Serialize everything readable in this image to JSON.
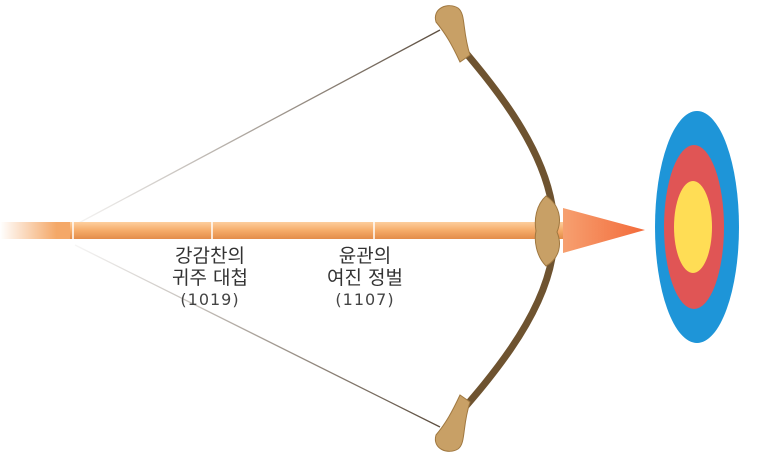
{
  "events": [
    {
      "line1": "강감찬의",
      "line2": "귀주 대첩",
      "year": "(1019)"
    },
    {
      "line1": "윤관의",
      "line2": "여진 정벌",
      "year": "(1107)"
    }
  ],
  "colors": {
    "arrow_shaft": "#f4a868",
    "arrow_head": "#f47c45",
    "bow_wood": "#6e5330",
    "bow_tip": "#c8a066",
    "target_outer": "#1e95d8",
    "target_middle": "#e05555",
    "target_center": "#ffdd55"
  }
}
